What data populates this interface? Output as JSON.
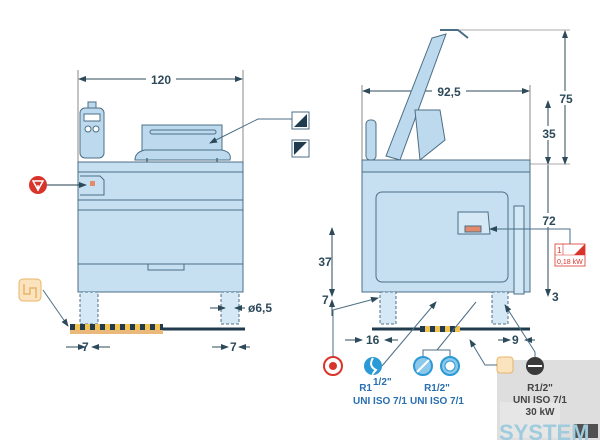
{
  "front_view": {
    "width_label": "120",
    "leg_offset_left": "7",
    "leg_offset_right": "7",
    "hole_diameter": "ø6,5"
  },
  "side_view": {
    "depth_label": "92,5",
    "height_lid_label": "75",
    "lid_label": "35",
    "body_height_label": "72",
    "connection_height_label": "37",
    "bottom_left_label": "7",
    "bottom_right_label": "3",
    "offset_left_label": "16",
    "offset_right_label": "9",
    "power_badge": {
      "count": "1",
      "power": "0,18 kW"
    }
  },
  "connections": [
    {
      "icon": "electric-icon",
      "color": "#d9342b"
    },
    {
      "icon": "water-inlet-icon",
      "color": "#2a9ad6",
      "thread": "R1",
      "thread_sup": "1/2\"",
      "standard": "UNI ISO 7/1"
    },
    {
      "icon": "cold-water-icon",
      "color": "#2a9ad6",
      "thread": "R1/2\"",
      "standard": "UNI ISO 7/1"
    },
    {
      "icon": "gas-icon",
      "color": "#3a3a3a",
      "thread": "R1/2\"",
      "standard": "UNI ISO 7/1",
      "power": "30 kW"
    }
  ],
  "watermark": "SYSTEM"
}
